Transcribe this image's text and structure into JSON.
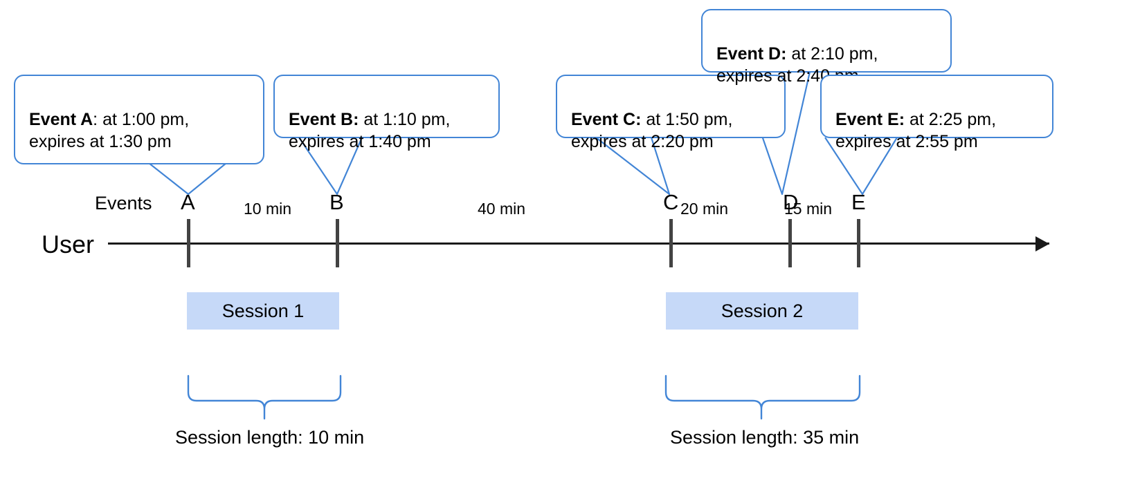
{
  "diagram": {
    "axis": {
      "row_label": "User",
      "events_label": "Events",
      "arrow_direction": "right"
    },
    "events": [
      {
        "id": "A",
        "marker": "A",
        "name": "Event A",
        "separator": ":",
        "detail": "at 1:00 pm,\nexpires at 1:30 pm",
        "time": "1:00 pm",
        "expires": "1:30 pm"
      },
      {
        "id": "B",
        "marker": "B",
        "name": "Event B",
        "separator": ":",
        "detail": "at 1:10 pm,\nexpires at 1:40 pm",
        "time": "1:10 pm",
        "expires": "1:40 pm"
      },
      {
        "id": "C",
        "marker": "C",
        "name": "Event C",
        "separator": ":",
        "detail": "at 1:50 pm,\nexpires at 2:20 pm",
        "time": "1:50 pm",
        "expires": "2:20 pm"
      },
      {
        "id": "D",
        "marker": "D",
        "name": "Event D",
        "separator": ":",
        "detail": "at 2:10 pm,\nexpires at 2:40 pm",
        "time": "2:10 pm",
        "expires": "2:40 pm"
      },
      {
        "id": "E",
        "marker": "E",
        "name": "Event E",
        "separator": ":",
        "detail": "at 2:25 pm,\nexpires at 2:55 pm",
        "time": "2:25 pm",
        "expires": "2:55 pm"
      }
    ],
    "intervals": [
      {
        "from": "A",
        "to": "B",
        "label": "10 min"
      },
      {
        "from": "B",
        "to": "C",
        "label": "40 min"
      },
      {
        "from": "C",
        "to": "D",
        "label": "20 min"
      },
      {
        "from": "D",
        "to": "E",
        "label": "15 min"
      }
    ],
    "sessions": [
      {
        "label": "Session 1",
        "length_label": "Session length: 10 min",
        "length": "10 min",
        "events": [
          "A",
          "B"
        ]
      },
      {
        "label": "Session 2",
        "length_label": "Session length: 35 min",
        "length": "35 min",
        "events": [
          "C",
          "D",
          "E"
        ]
      }
    ],
    "colors": {
      "callout_border": "#4285d6",
      "session_fill": "#c6d9f8",
      "axis": "#1a1a1a",
      "tick": "#434343",
      "brace": "#4285d6",
      "text": "#000000"
    }
  }
}
